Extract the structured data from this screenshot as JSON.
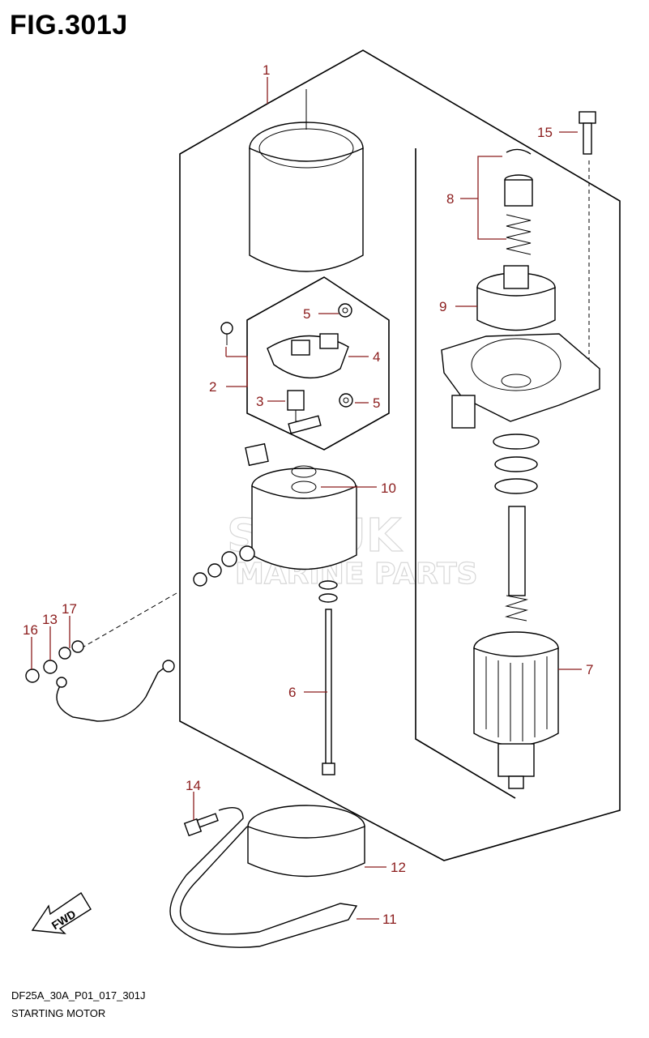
{
  "figure": {
    "title": "FIG.301J",
    "code": "DF25A_30A_P01_017_301J",
    "name": "STARTING MOTOR"
  },
  "watermark": {
    "line1": "SUZUK",
    "line2": "MARINE PARTS"
  },
  "fwd_label": "FWD",
  "callouts": {
    "c1": "1",
    "c2": "2",
    "c3": "3",
    "c4": "4",
    "c5a": "5",
    "c5b": "5",
    "c6": "6",
    "c7": "7",
    "c8": "8",
    "c9": "9",
    "c10": "10",
    "c11": "11",
    "c12": "12",
    "c13": "13",
    "c14": "14",
    "c15": "15",
    "c16": "16",
    "c17": "17"
  },
  "colors": {
    "callout": "#8b1c1c",
    "line": "#000000",
    "watermark": "#d7d7d7"
  }
}
